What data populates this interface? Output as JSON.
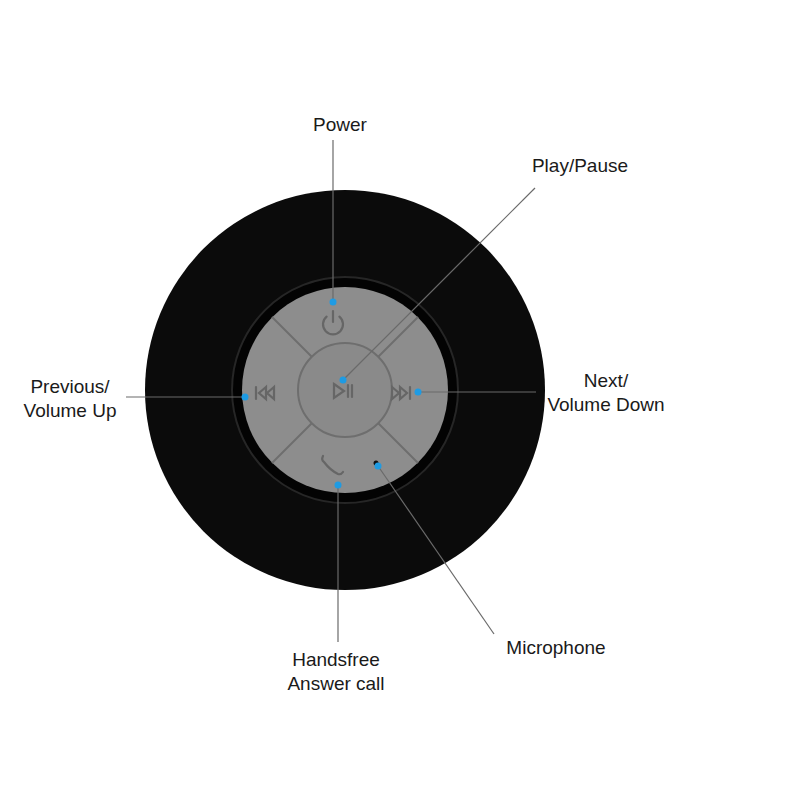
{
  "diagram": {
    "labels": [
      "Power",
      "Play/Pause",
      "Previous/ Volume Up",
      "Next/ Volume Down",
      "Handsfree Answer call",
      "Microphone"
    ]
  }
}
